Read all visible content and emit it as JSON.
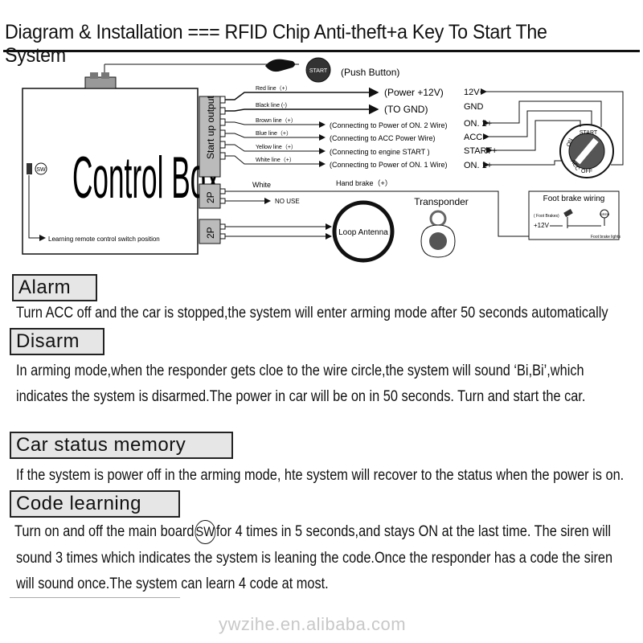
{
  "title": "Diagram & Installation === RFID Chip Anti-theft+a Key  To Start The System",
  "diagram": {
    "control_box_label": "Control Box",
    "start_up_output": "Start up output",
    "sw_switch": "SW",
    "learning_label": "Learning remote control switch position",
    "push_button_label": "START",
    "push_button_caption": "(Push Button)",
    "connector_2p_a": "2P",
    "connector_2p_b": "2P",
    "wires": [
      {
        "label": "Red line（+）",
        "destination": "(Power +12V)",
        "terminal": "12V+"
      },
      {
        "label": "Black line (-)",
        "destination": "(TO GND)",
        "terminal": "GND"
      },
      {
        "label": "Brown line（+）",
        "destination": "(Connecting to Power of ON. 2 Wire)",
        "terminal": "ON. 2+"
      },
      {
        "label": "Blue line（+）",
        "destination": "(Connecting to ACC Power Wire)",
        "terminal": "ACC+"
      },
      {
        "label": "Yellow line（+）",
        "destination": "(Connecting to engine START )",
        "terminal": "START+"
      },
      {
        "label": "White line（+）",
        "destination": "(Connecting to Power of ON. 1 Wire)",
        "terminal": "ON. 1+"
      }
    ],
    "ignition_labels": {
      "start": "START",
      "on": "ON",
      "acc": "ACC",
      "off": "OFF"
    },
    "white_label": "White",
    "no_use": "NO USE",
    "hand_brake": "Hand brake（+）",
    "transponder": "Transponder",
    "loop_antenna": "Loop Antenna",
    "foot_brake_title": "Foot brake wiring",
    "foot_brakes_small": "( Foot Brakes)",
    "foot_12v": "+12V",
    "siren_small": "SIREN",
    "brake_lights_small": "Foot brake lights"
  },
  "sections": [
    {
      "header": "Alarm",
      "lines": [
        "Turn ACC off and the car is stopped,the system will enter arming mode after 50 seconds automatically"
      ]
    },
    {
      "header": "Disarm",
      "lines": [
        "In arming mode,when the responder gets cloe to the wire circle,the system will sound ‘Bi,Bi’,which",
        "indicates the system is disarmed.The power in car will be on in 50 seconds. Turn and start the car."
      ]
    },
    {
      "header": "Car status memory",
      "lines": [
        "If the system is power off in the arming mode, hte system will recover to the status when the power is on."
      ]
    },
    {
      "header": "Code learning",
      "lines": [
        "Turn on and off the main board",
        "for 4 times in 5 seconds,and stays ON at the last time. The siren will",
        "sound 3 times which indicates the system is leaning the code.Once the responder has a code the siren",
        "will sound once.The system can learn 4 code at most."
      ],
      "inline_sw": "SW"
    }
  ],
  "watermark": "ywzihe.en.alibaba.com"
}
